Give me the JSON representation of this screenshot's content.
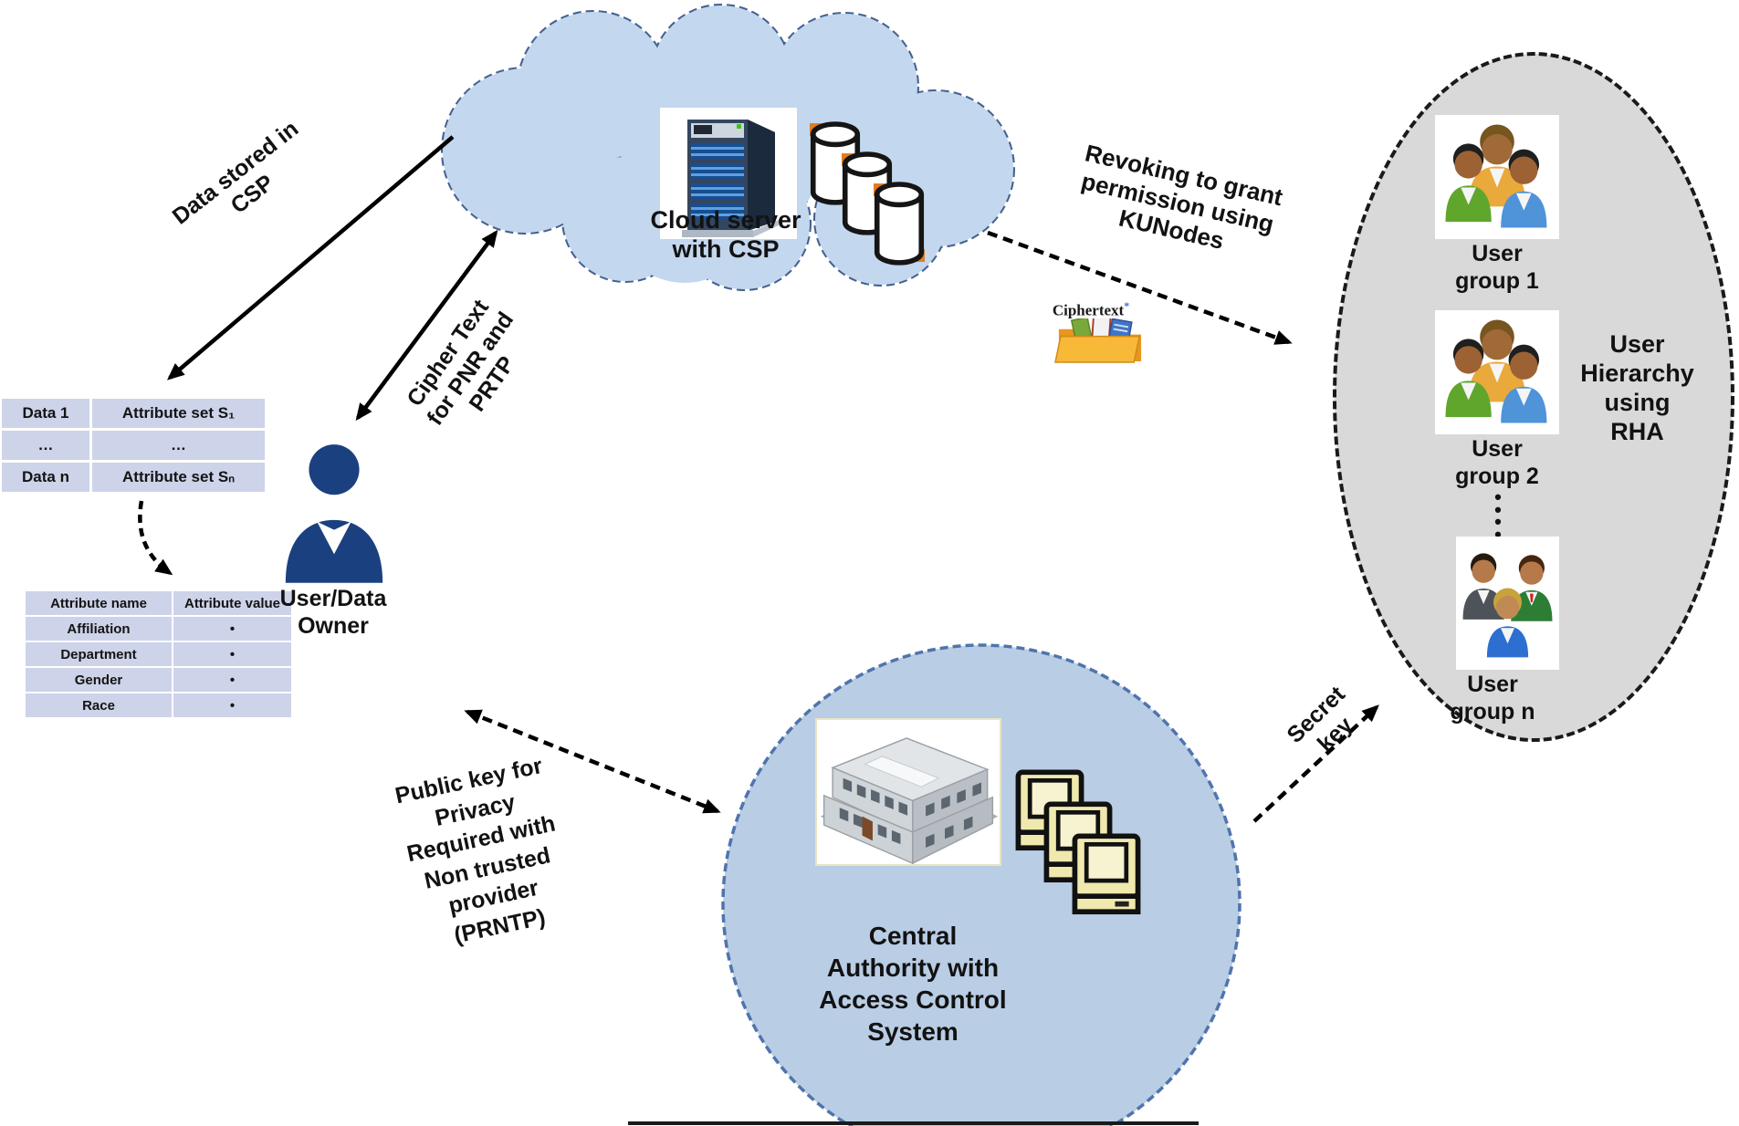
{
  "cloud": {
    "label": "Cloud server\nwith CSP"
  },
  "tables": {
    "data": {
      "rows": [
        [
          "Data 1",
          "Attribute set S₁"
        ],
        [
          "…",
          "…"
        ],
        [
          "Data n",
          "Attribute set Sₙ"
        ]
      ]
    },
    "attributes": {
      "headers": [
        "Attribute name",
        "Attribute value"
      ],
      "rows": [
        [
          "Affiliation",
          "•"
        ],
        [
          "Department",
          "•"
        ],
        [
          "Gender",
          "•"
        ],
        [
          "Race",
          "•"
        ]
      ]
    }
  },
  "user_owner": {
    "label": "User/Data\nOwner"
  },
  "central_authority": {
    "label": "Central\nAuthority with\nAccess Control\nSystem"
  },
  "hierarchy": {
    "label": "User\nHierarchy\nusing\nRHA",
    "group1": "User\ngroup 1",
    "group2": "User\ngroup 2",
    "groupn": "User\ngroup n",
    "dots": "•\n•\n•\n•"
  },
  "ciphertext": {
    "label": "Ciphertext",
    "mark": "*"
  },
  "edge_labels": {
    "data_stored": "Data stored in\nCSP",
    "cipher_text": "Cipher Text\nfor PNR and\nPRTP",
    "revoking": "Revoking to grant\npermission using\nKUNodes",
    "public_key": "Public key for\nPrivacy\nRequired with\nNon trusted\nprovider\n(PRNTP)",
    "secret_key": "Secret\nkey"
  },
  "colors": {
    "cloud_fill": "#c3d7ee",
    "cloud_border": "#44618f",
    "ellipse_fill": "#d9d9d9",
    "ellipse_border": "#1a1a1a",
    "circle_fill": "#b9cde4",
    "circle_border": "#4f81bd",
    "table_cell": "#cdd3e9",
    "person": "#1b4080",
    "arrow": "#000000"
  }
}
